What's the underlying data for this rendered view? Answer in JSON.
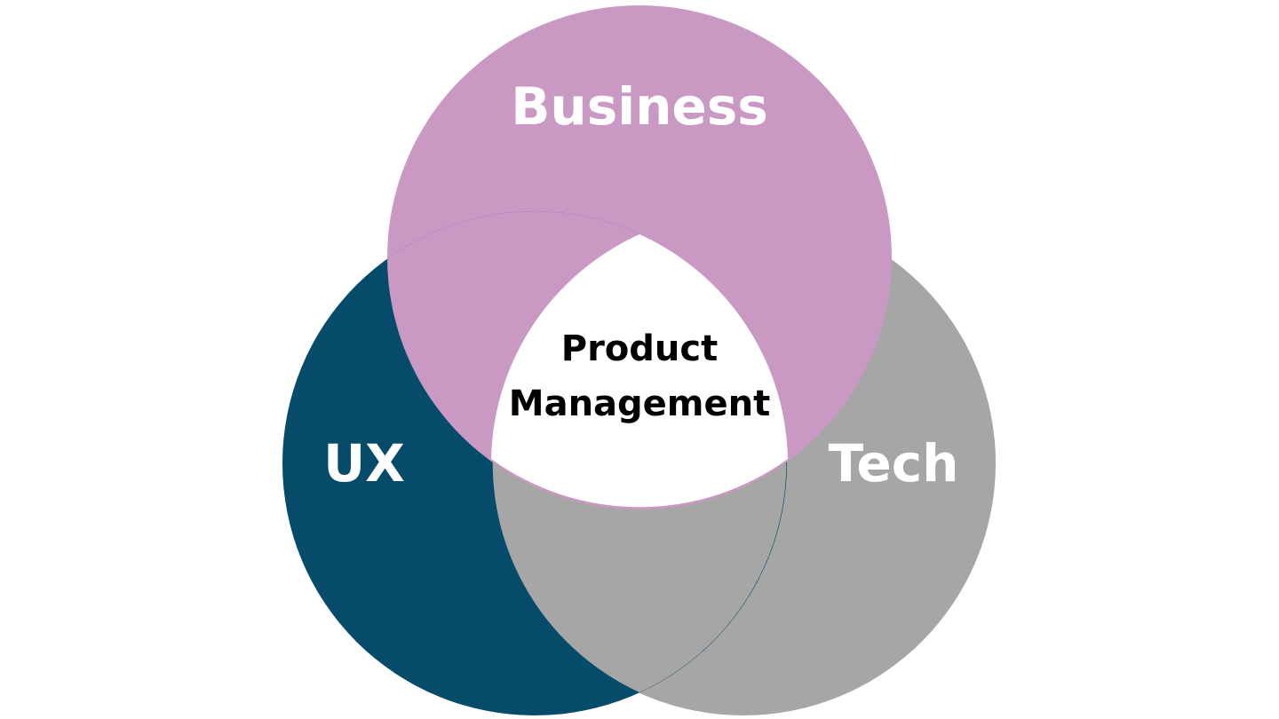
{
  "diagram": {
    "sets": [
      {
        "id": "business",
        "label": "Business",
        "color": "#c999c4"
      },
      {
        "id": "ux",
        "label": "UX",
        "color": "#074b6b"
      },
      {
        "id": "tech",
        "label": "Tech",
        "color": "#a6a6a6"
      }
    ],
    "center": {
      "line1": "Product",
      "line2": "Management",
      "color": "#ffffff"
    },
    "background": "#ffffff"
  }
}
